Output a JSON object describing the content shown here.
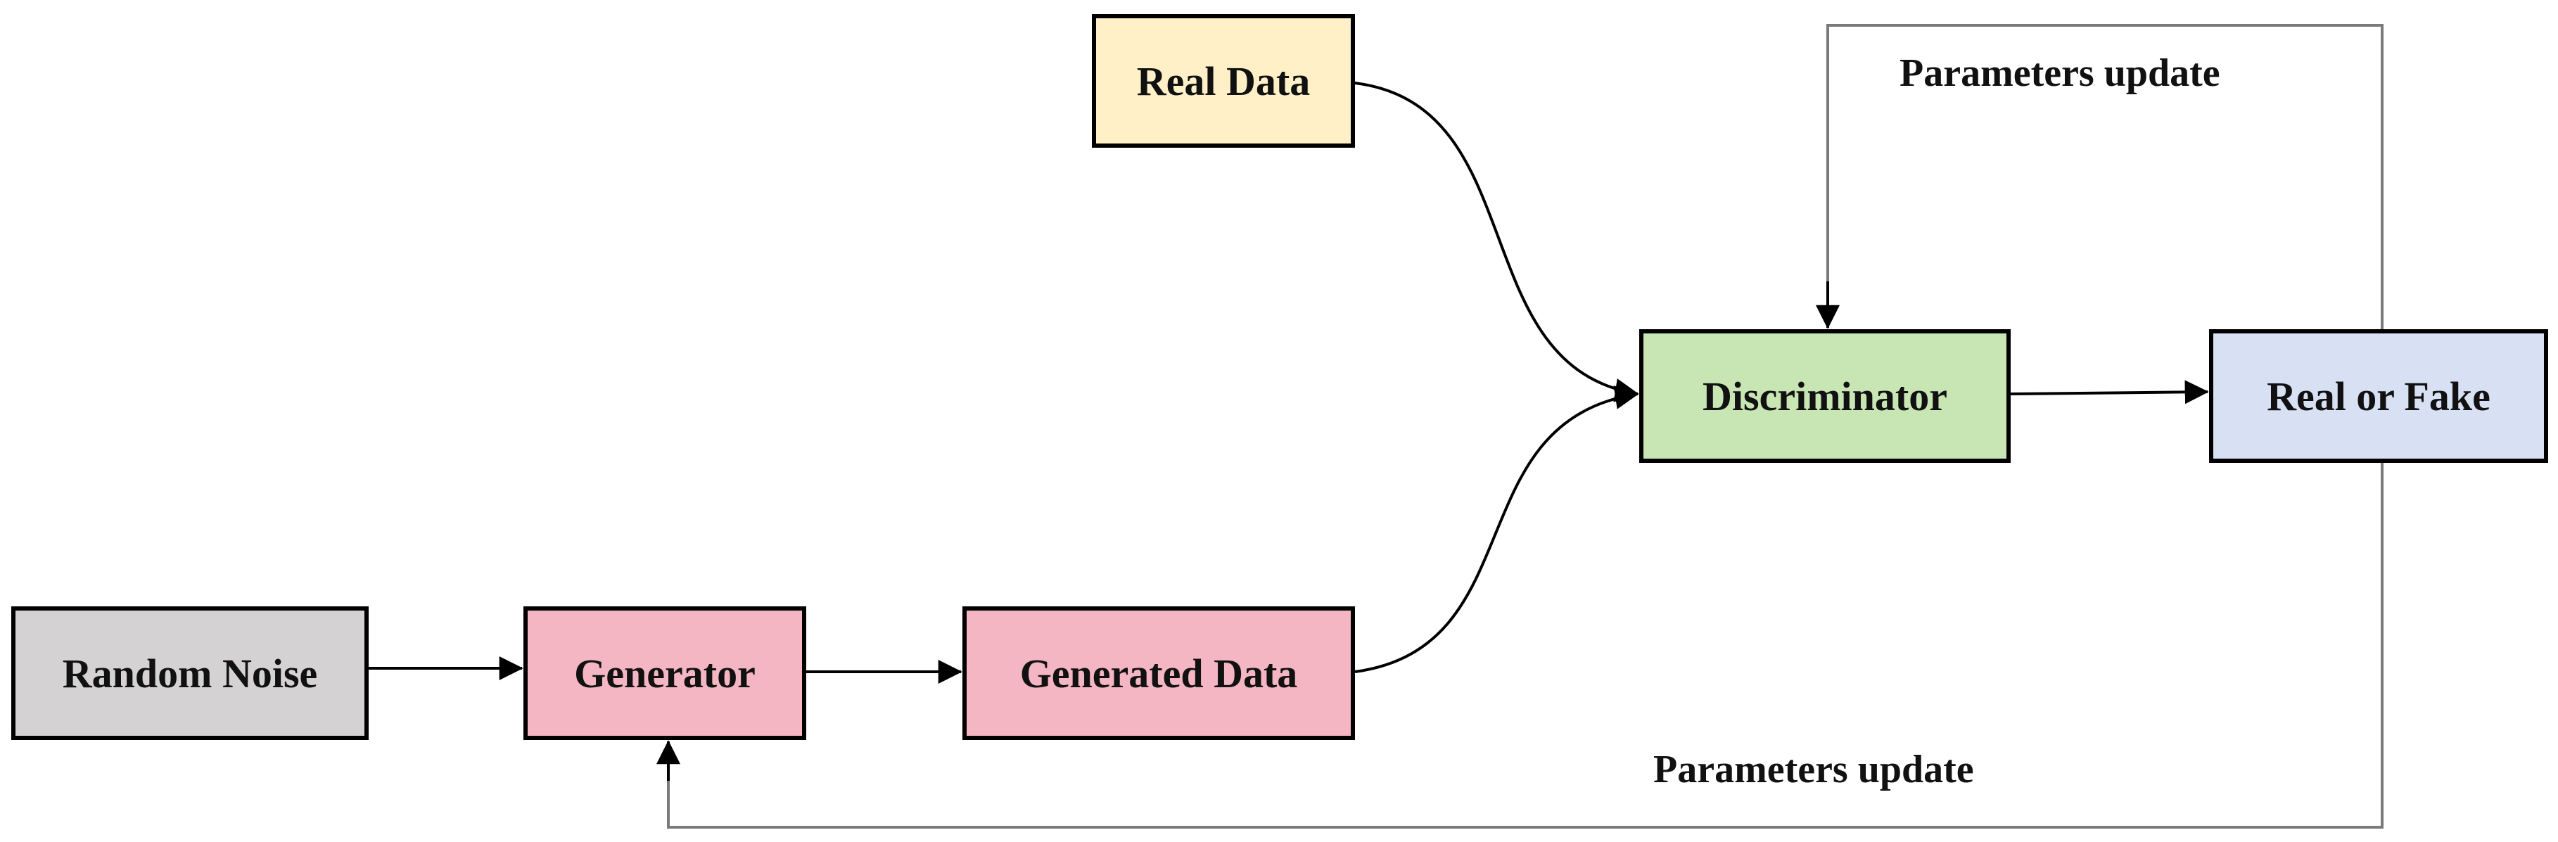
{
  "diagram": {
    "nodes": {
      "random_noise": {
        "label": "Random Noise",
        "fill": "#d4d2d2"
      },
      "generator": {
        "label": "Generator",
        "fill": "#f4b6c2"
      },
      "generated_data": {
        "label": "Generated Data",
        "fill": "#f4b6c2"
      },
      "real_data": {
        "label": "Real Data",
        "fill": "#fff0c8"
      },
      "discriminator": {
        "label": "Discriminator",
        "fill": "#c8e6b4"
      },
      "real_or_fake": {
        "label": "Real or Fake",
        "fill": "#d8e1f4"
      }
    },
    "edge_labels": {
      "top_feedback": "Parameters update",
      "bottom_feedback": "Parameters update"
    },
    "colors": {
      "stroke": "#000000",
      "feedback_stroke": "#7a7a7a"
    }
  }
}
